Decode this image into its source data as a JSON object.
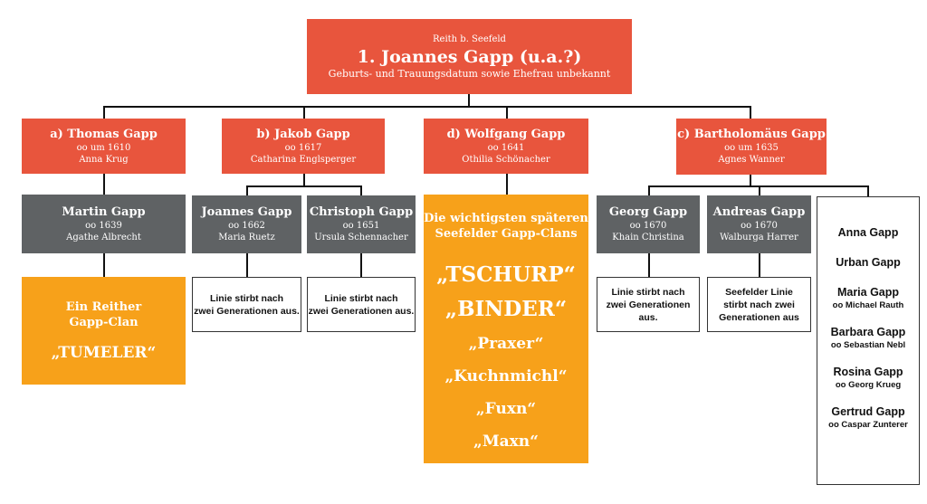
{
  "root": {
    "place": "Reith b. Seefeld",
    "name": "1. Joannes Gapp (u.a.?)",
    "note": "Geburts- und Trauungsdatum sowie Ehefrau unbekannt"
  },
  "children": [
    {
      "name": "a) Thomas Gapp",
      "marriage": "oo um 1610",
      "spouse": "Anna Krug"
    },
    {
      "name": "b) Jakob Gapp",
      "marriage": "oo 1617",
      "spouse": "Catharina Englsperger"
    },
    {
      "name": "d) Wolfgang Gapp",
      "marriage": "oo 1641",
      "spouse": "Othilia Schönacher"
    },
    {
      "name": "c) Bartholomäus Gapp",
      "marriage": "oo um 1635",
      "spouse": "Agnes Wanner"
    }
  ],
  "grandchildren": [
    {
      "name": "Martin Gapp",
      "marriage": "oo 1639",
      "spouse": "Agathe Albrecht"
    },
    {
      "name": "Joannes Gapp",
      "marriage": "oo 1662",
      "spouse": "Maria Ruetz"
    },
    {
      "name": "Christoph Gapp",
      "marriage": "oo 1651",
      "spouse": "Ursula Schennacher"
    },
    {
      "name": "Georg Gapp",
      "marriage": "oo 1670",
      "spouse": "Khain Christina"
    },
    {
      "name": "Andreas Gapp",
      "marriage": "oo 1670",
      "spouse": "Walburga Harrer"
    }
  ],
  "reither_clan": {
    "line1": "Ein Reither",
    "line2": "Gapp-Clan",
    "clan": "„TUMELER“"
  },
  "seefelder_clans": {
    "line1": "Die wichtigsten späteren",
    "line2": "Seefelder Gapp-Clans",
    "clans_big": [
      "„TSCHURP“",
      "„BINDER“"
    ],
    "clans_mid": [
      "„Praxer“",
      "„Kuchnmichl“",
      "„Fuxn“",
      "„Maxn“"
    ]
  },
  "notes": {
    "joannes": {
      "line1": "Linie stirbt nach",
      "line2": "zwei Generationen aus."
    },
    "christoph": {
      "line1": "Linie stirbt nach",
      "line2": "zwei Generationen aus."
    },
    "georg": {
      "line1": "Linie stirbt nach",
      "line2": "zwei Generationen aus."
    },
    "andreas": {
      "line1": "Seefelder Linie",
      "line2": "stirbt nach zwei",
      "line3": "Generationen aus"
    }
  },
  "siblings": [
    {
      "name": "Anna Gapp",
      "spouse": ""
    },
    {
      "name": "Urban Gapp",
      "spouse": ""
    },
    {
      "name": "Maria Gapp",
      "spouse": "oo Michael Rauth"
    },
    {
      "name": "Barbara Gapp",
      "spouse": "oo Sebastian Nebl"
    },
    {
      "name": "Rosina Gapp",
      "spouse": "oo Georg Krueg"
    },
    {
      "name": "Gertrud Gapp",
      "spouse": "oo Caspar Zunterer"
    }
  ],
  "colors": {
    "red": "#e8553d",
    "grey": "#5f6264",
    "orange": "#f7a11a"
  }
}
